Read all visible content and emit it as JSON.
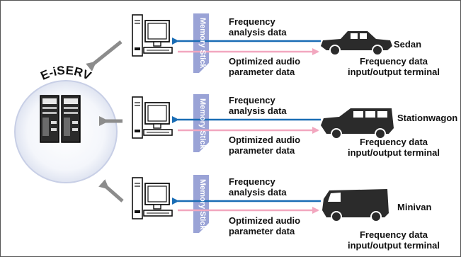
{
  "server": {
    "name": "E-iSERV"
  },
  "memory_stick_label": "Memory Stick",
  "rows": [
    {
      "incoming_label": "Frequency\nanalysis data",
      "outgoing_label": "Optimized audio\nparameter data",
      "vehicle": "Sedan",
      "terminal_label": "Frequency data\ninput/output terminal"
    },
    {
      "incoming_label": "Frequency\nanalysis data",
      "outgoing_label": "Optimized audio\nparameter data",
      "vehicle": "Stationwagon",
      "terminal_label": "Frequency data\ninput/output terminal"
    },
    {
      "incoming_label": "Frequency\nanalysis data",
      "outgoing_label": "Optimized audio\nparameter data",
      "vehicle": "Minivan",
      "terminal_label": "Frequency data\ninput/output terminal"
    }
  ],
  "colors": {
    "incoming_arrow": "#1a6db5",
    "outgoing_arrow": "#f2a7bf",
    "memory_stick": "#9aa3d6",
    "server_circle_edge": "#c8cfe6",
    "gray_arrow": "#8c8c8c"
  }
}
